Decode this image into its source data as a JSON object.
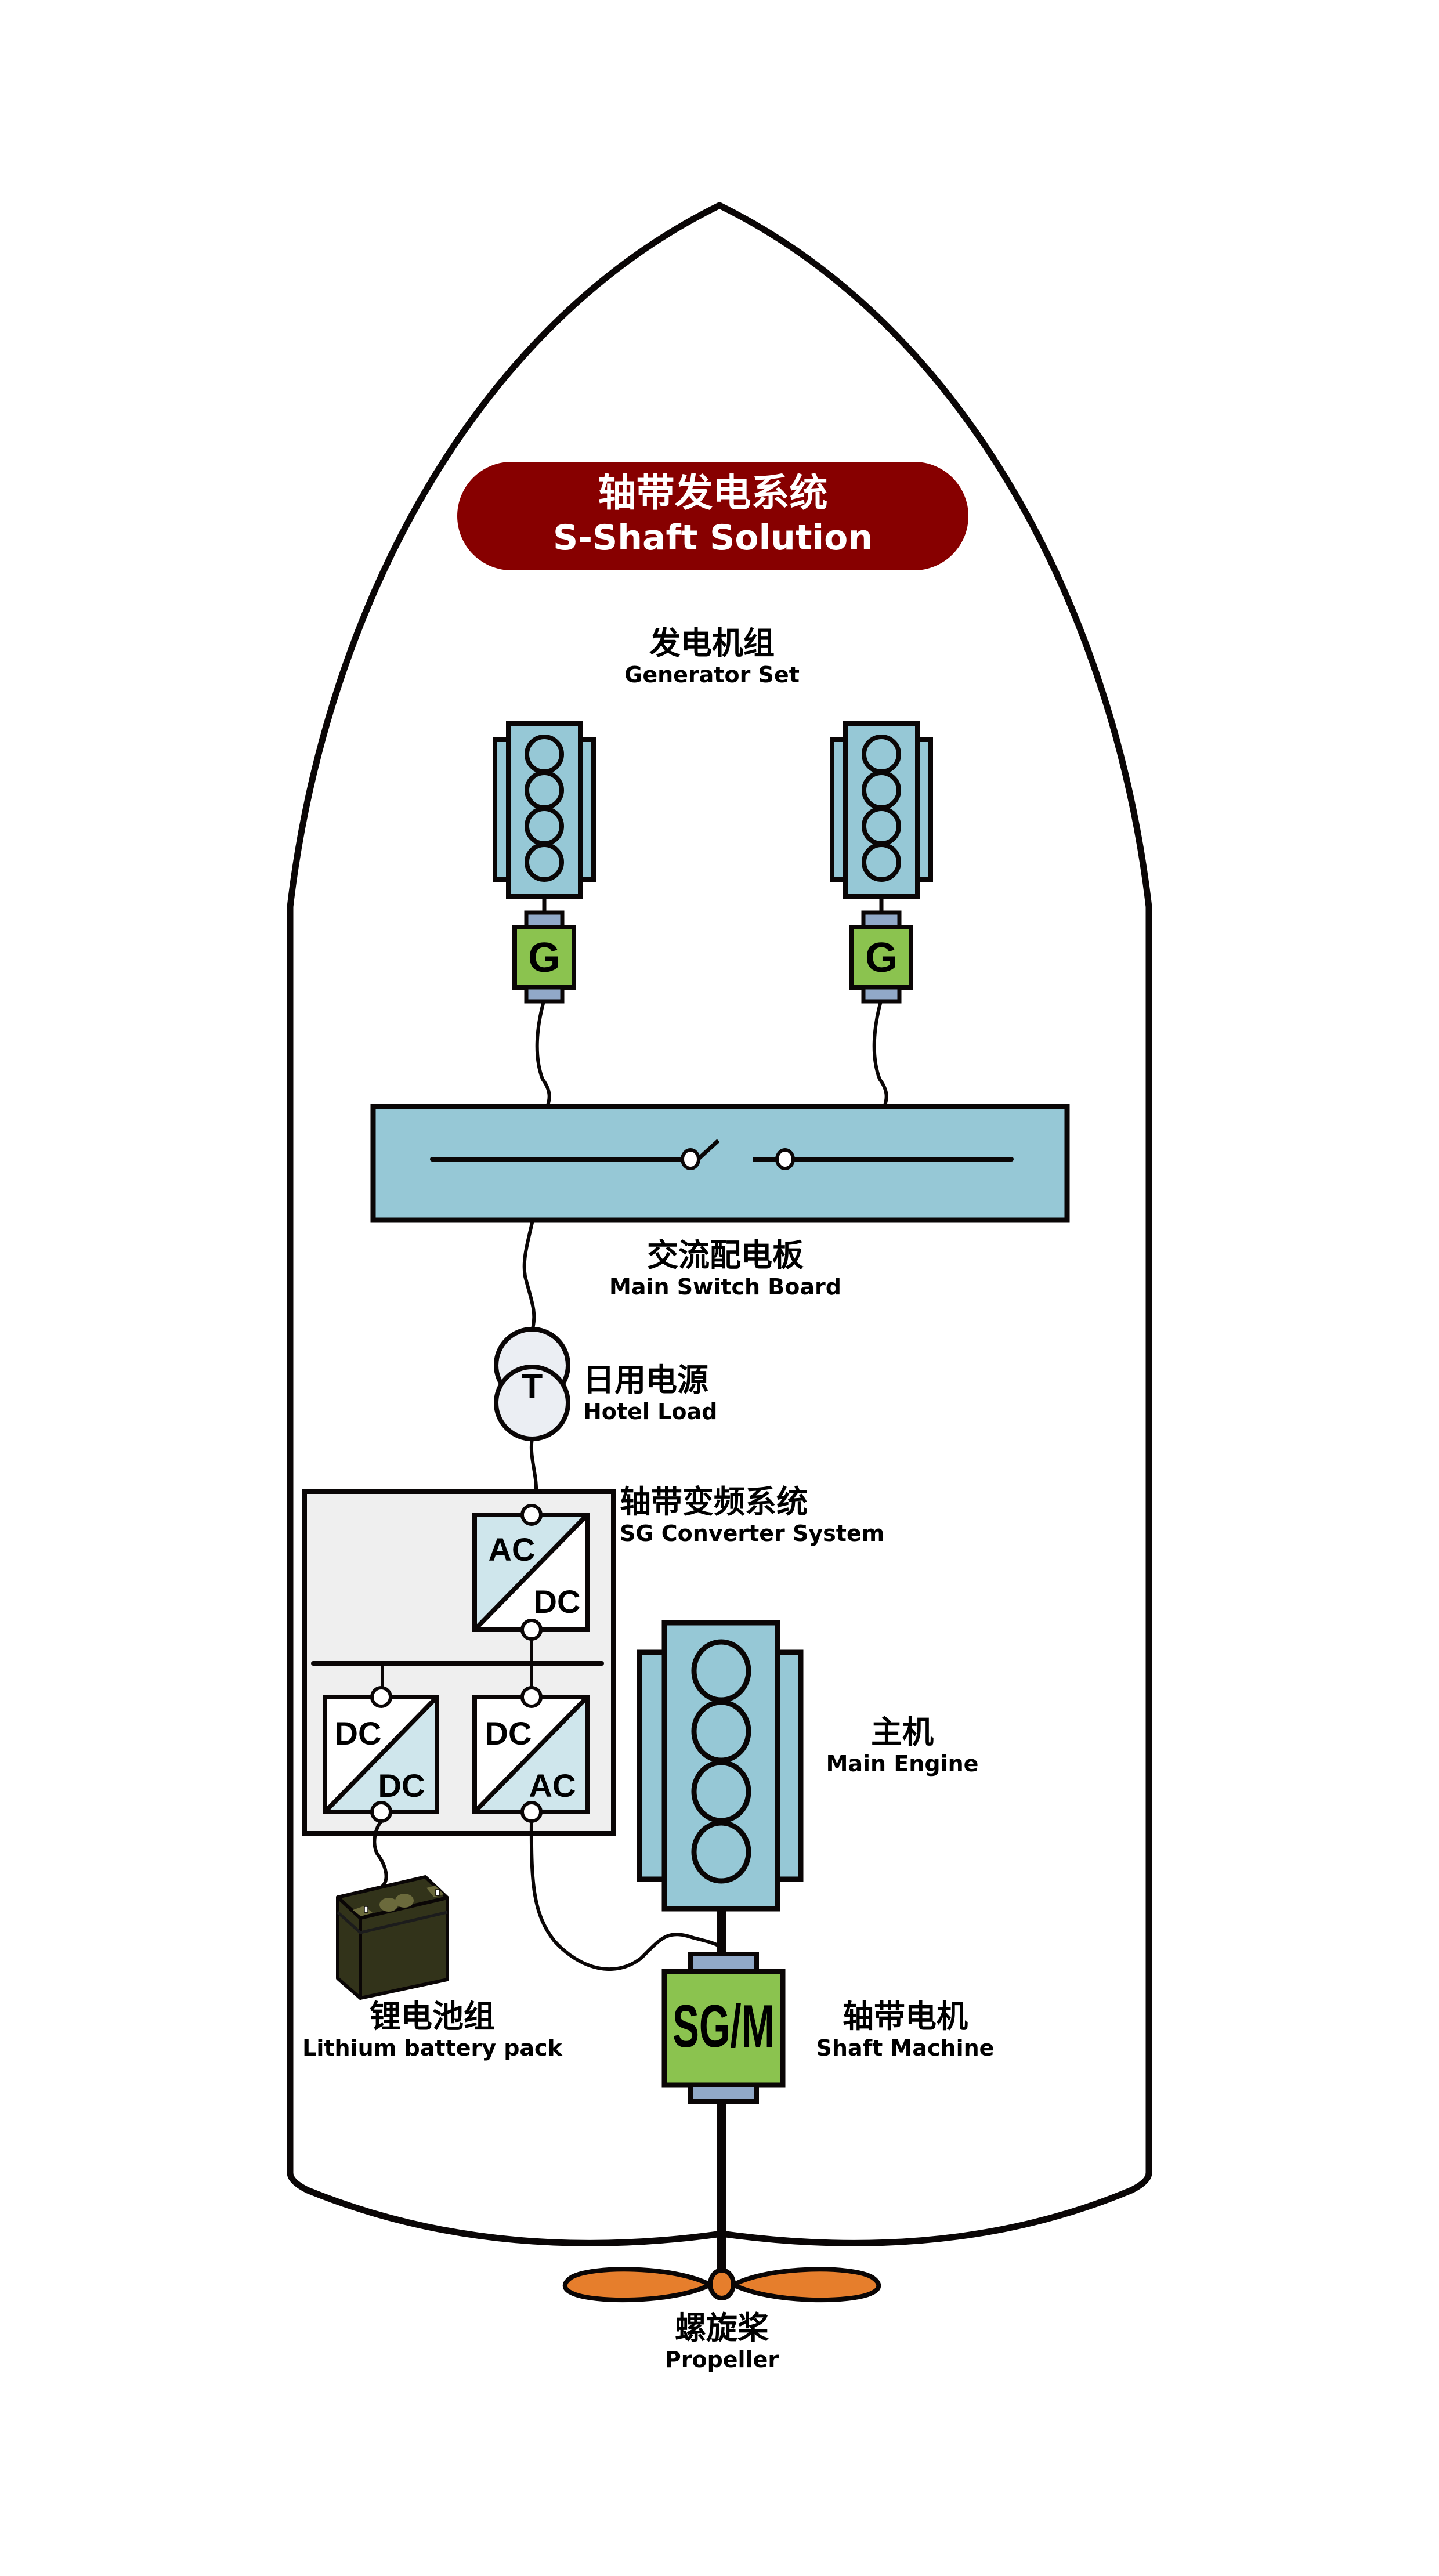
{
  "title": {
    "cn": "轴带发电系统",
    "en": "S-Shaft Solution"
  },
  "colors": {
    "banner": "#870000",
    "engine_fill": "#96c8d6",
    "generator_fill": "#8bc34f",
    "coupling_fill": "#91a9c8",
    "switchboard_fill": "#96c8d6",
    "transformer_fill": "#ebeef3",
    "converter_panel_fill": "#efefef",
    "converter_accent_fill": "#cfe6ec",
    "battery_fill": "#32331a",
    "propeller_fill": "#e67e2c",
    "stroke": "#0a0606"
  },
  "labels": {
    "generator_set": {
      "cn": "发电机组",
      "en": "Generator Set"
    },
    "main_switch_board": {
      "cn": "交流配电板",
      "en": "Main Switch Board"
    },
    "hotel_load": {
      "cn": "日用电源",
      "en": "Hotel Load"
    },
    "sg_converter_system": {
      "cn": "轴带变频系统",
      "en": "SG Converter System"
    },
    "main_engine": {
      "cn": "主机",
      "en": "Main Engine"
    },
    "lithium_battery_pack": {
      "cn": "锂电池组",
      "en": "Lithium battery pack"
    },
    "shaft_machine": {
      "cn": "轴带电机",
      "en": "Shaft Machine"
    },
    "propeller": {
      "cn": "螺旋桨",
      "en": "Propeller"
    }
  },
  "symbols": {
    "generator": "G",
    "transformer": "T",
    "shaft_machine": "SG/M",
    "converter_top": {
      "upper": "AC",
      "lower": "DC"
    },
    "converter_battery": {
      "upper": "DC",
      "lower": "DC"
    },
    "converter_motor": {
      "upper": "DC",
      "lower": "AC"
    }
  }
}
